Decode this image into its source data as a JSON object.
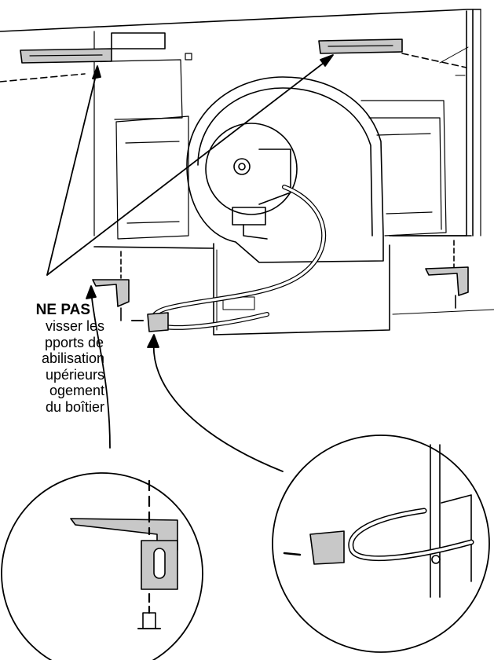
{
  "callout": {
    "title": "NE PAS",
    "lines": [
      "visser les",
      "pports de",
      "abilisation",
      "upérieurs",
      "ogement",
      "du boîtier"
    ]
  },
  "colors": {
    "line": "#000000",
    "part_fill": "#c8c8c8",
    "background": "#ffffff"
  },
  "icons": {
    "fan": "blower-fan-icon",
    "screw": "screw-icon",
    "bracket": "stabilizer-bracket-icon"
  }
}
